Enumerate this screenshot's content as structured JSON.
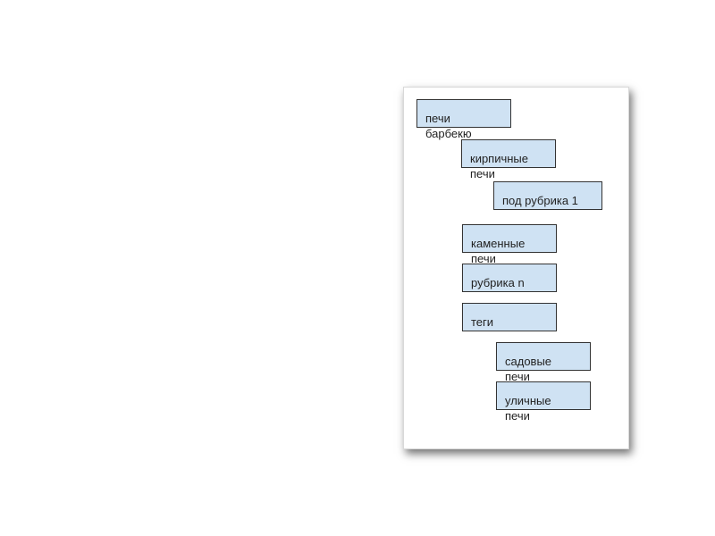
{
  "nodes": [
    {
      "id": "n1",
      "label": "печи\nбарбекю"
    },
    {
      "id": "n2",
      "label": "кирпичные\nпечи"
    },
    {
      "id": "n3",
      "label": "под рубрика 1"
    },
    {
      "id": "n4",
      "label": "каменные\nпечи"
    },
    {
      "id": "n5",
      "label": "рубрика n"
    },
    {
      "id": "n6",
      "label": "теги"
    },
    {
      "id": "n7",
      "label": "садовые\nпечи"
    },
    {
      "id": "n8",
      "label": "уличные\nпечи"
    }
  ],
  "colors": {
    "node_fill": "#cfe2f3",
    "node_border": "#333333",
    "background": "#ffffff"
  }
}
